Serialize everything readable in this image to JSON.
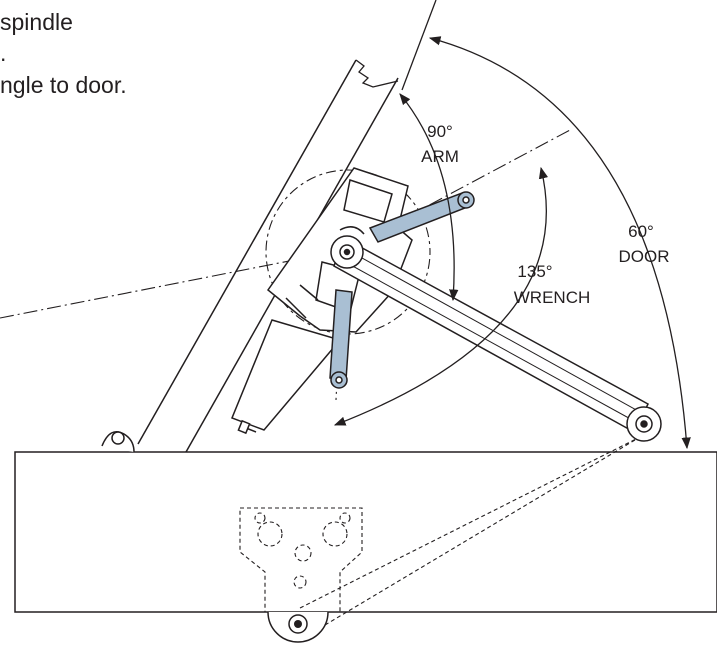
{
  "instructions": {
    "line_1": "spindle",
    "line_2": ".",
    "line_3": "ngle to door."
  },
  "angles": {
    "arm": {
      "degrees": "90°",
      "label": "ARM"
    },
    "wrench": {
      "degrees": "135°",
      "label": "WRENCH"
    },
    "door": {
      "degrees": "60°",
      "label": "DOOR"
    }
  },
  "colors": {
    "ink": "#231f20",
    "arm_fill": "#a9bfd3",
    "body_fill": "#ffffff"
  }
}
